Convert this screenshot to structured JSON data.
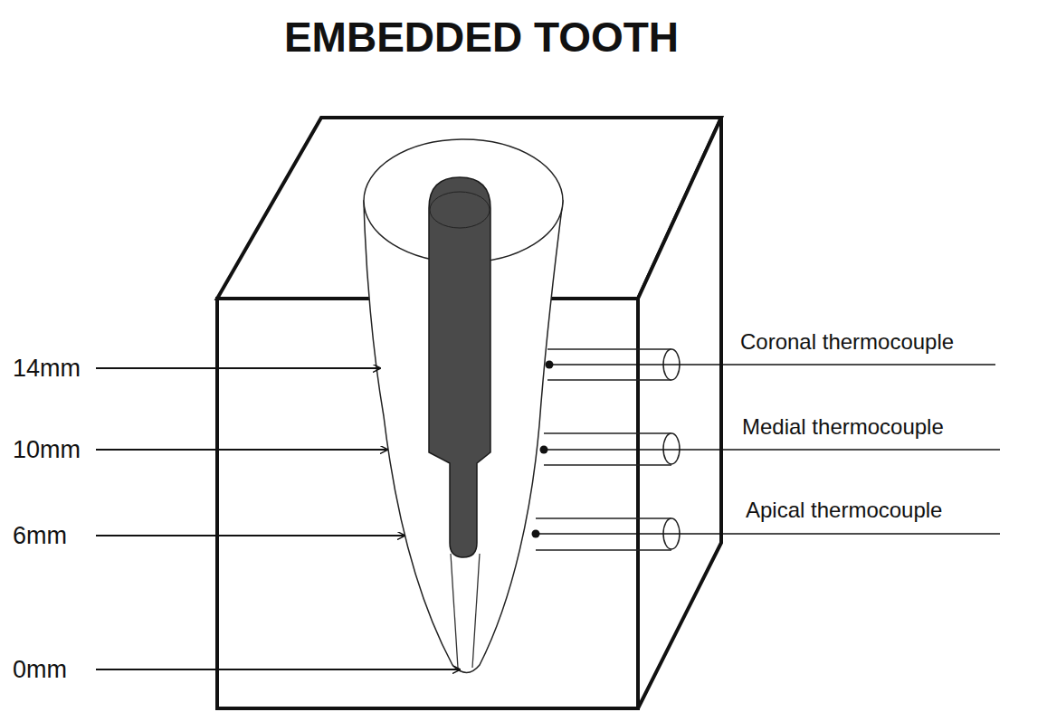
{
  "diagram": {
    "title": "EMBEDDED TOOTH",
    "labels": [
      "14mm",
      "10mm",
      "6mm",
      "0mm",
      "Coronal thermocouple",
      "Medial thermocouple",
      "Apical thermocouple"
    ]
  }
}
